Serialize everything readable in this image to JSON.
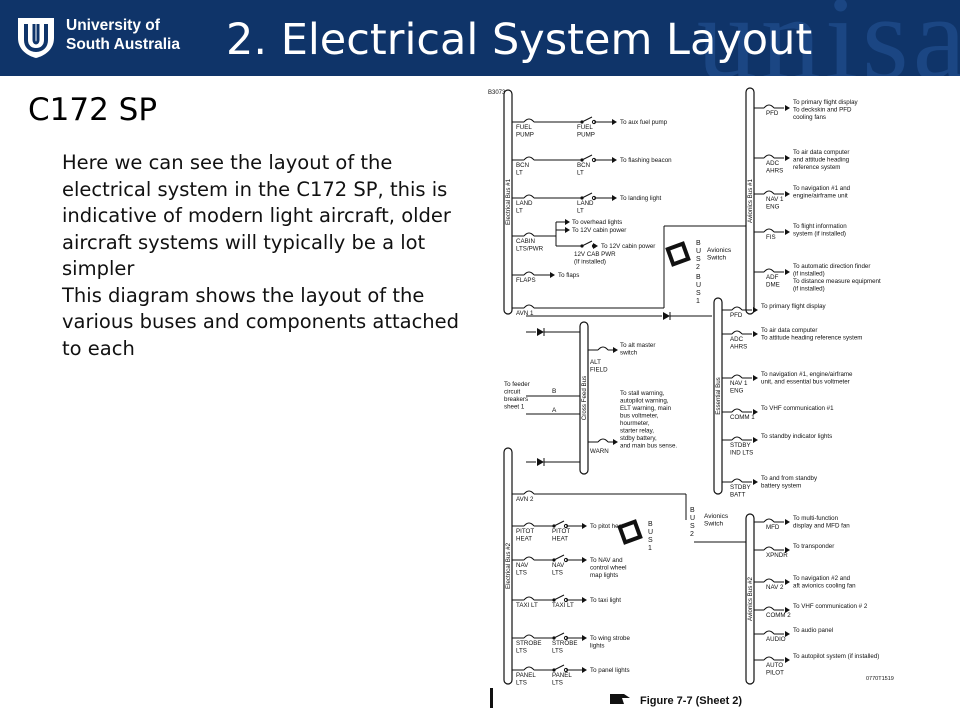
{
  "header": {
    "university_line1": "University of",
    "university_line2": "South Australia",
    "title": "2. Electrical System Layout",
    "watermark": "unisa"
  },
  "subtitle": "C172 SP",
  "body": {
    "paragraph1": "Here we can see the layout of the electrical system in the C172 SP, this is indicative of modern light aircraft, older aircraft systems will typically be a lot simpler",
    "paragraph2": "This diagram shows the layout of the various buses and components attached to each"
  },
  "diagram": {
    "ref_top": "B3073",
    "ref_bottom": "0770T1519",
    "caption": "Figure 7-7 (Sheet 2)",
    "buses": {
      "elec1": "Electrical Bus #1",
      "elec2": "Electrical Bus #2",
      "avionics1": "Avionics Bus #1",
      "avionics2": "Avionics Bus #2",
      "essential": "Essential Bus",
      "crossfeed": "Cross Feed Bus"
    },
    "bus_switch_letters": [
      "B",
      "U",
      "S",
      "2",
      "B",
      "U",
      "S",
      "1"
    ],
    "avionics_switch_top": [
      "Avionics",
      "Switch"
    ],
    "avionics_switch_bottom": [
      "Avionics",
      "Switch"
    ],
    "elec1_breakers": [
      {
        "label": [
          "FUEL",
          "PUMP"
        ],
        "switch": [
          "FUEL",
          "PUMP"
        ],
        "dest": [
          "To aux fuel pump"
        ]
      },
      {
        "label": [
          "BCN",
          "LT"
        ],
        "switch": [
          "BCN",
          "LT"
        ],
        "dest": [
          "To flashing beacon"
        ]
      },
      {
        "label": [
          "LAND",
          "LT"
        ],
        "switch": [
          "LAND",
          "LT"
        ],
        "dest": [
          "To landing light"
        ]
      },
      {
        "label": [
          "CABIN",
          "LTS/PWR"
        ],
        "switch": [],
        "dest": [
          "To overhead lights",
          "To 12V cabin power"
        ]
      },
      {
        "label": [
          "FLAPS"
        ],
        "switch": [],
        "dest": [
          "To flaps"
        ]
      },
      {
        "label": [
          "AVN 1"
        ],
        "switch": [],
        "dest": []
      }
    ],
    "cabin_pwr": {
      "dest": "To 12V cabin power",
      "label": [
        "12V CAB PWR",
        "(If installed)"
      ]
    },
    "avionics1_breakers": [
      {
        "label": [
          "PFD"
        ],
        "dest": [
          "To primary flight display",
          "To deckskin and PFD",
          "cooling fans"
        ]
      },
      {
        "label": [
          "ADC",
          "AHRS"
        ],
        "dest": [
          "To air data computer",
          "and attitude heading",
          "reference system"
        ]
      },
      {
        "label": [
          "NAV 1",
          "ENG"
        ],
        "dest": [
          "To navigation #1 and",
          "engine/airframe unit"
        ]
      },
      {
        "label": [
          "FIS"
        ],
        "dest": [
          "To flight information",
          "system (if installed)"
        ]
      },
      {
        "label": [
          "ADF",
          "DME"
        ],
        "dest": [
          "To automatic direction finder",
          "(if installed)",
          "To distance measure equipment",
          "(if installed)"
        ]
      }
    ],
    "essential_breakers": [
      {
        "label": [
          "PFD"
        ],
        "dest": [
          "To primary flight display"
        ]
      },
      {
        "label": [
          "ADC",
          "AHRS"
        ],
        "dest": [
          "To air data computer",
          "To attitude heading reference system"
        ]
      },
      {
        "label": [
          "NAV 1",
          "ENG"
        ],
        "dest": [
          "To navigation #1, engine/airframe",
          "unit, and essential bus voltmeter"
        ]
      },
      {
        "label": [
          "COMM 1"
        ],
        "dest": [
          "To VHF communication #1"
        ]
      },
      {
        "label": [
          "STDBY",
          "IND LTS"
        ],
        "dest": [
          "To standby indicator lights"
        ]
      },
      {
        "label": [
          "STDBY",
          "BATT"
        ],
        "dest": [
          "To and from standby",
          "battery system"
        ]
      }
    ],
    "crossfeed": {
      "feeder": [
        "To feeder",
        "circuit",
        "breakers",
        "sheet 1"
      ],
      "letter_b": "B",
      "letter_a": "A",
      "alt_field": [
        "ALT",
        "FIELD"
      ],
      "alt_dest": [
        "To alt master",
        "switch"
      ],
      "warn": "WARN",
      "warn_dest": [
        "To stall warning,",
        "autopilot warning,",
        "ELT warning, main",
        "bus voltmeter,",
        "hourmeter,",
        "starter relay,",
        "stdby battery,",
        "and main bus sense."
      ]
    },
    "elec2_breakers": [
      {
        "label": [
          "AVN 2"
        ],
        "switch": [],
        "dest": []
      },
      {
        "label": [
          "PITOT",
          "HEAT"
        ],
        "switch": [
          "PITOT",
          "HEAT"
        ],
        "dest": [
          "To pitot heat"
        ]
      },
      {
        "label": [
          "NAV",
          "LTS"
        ],
        "switch": [
          "NAV",
          "LTS"
        ],
        "dest": [
          "To NAV and",
          "control wheel",
          "map lights"
        ]
      },
      {
        "label": [
          "TAXI LT"
        ],
        "switch": [
          "TAXI LT"
        ],
        "dest": [
          "To taxi light"
        ]
      },
      {
        "label": [
          "STROBE",
          "LTS"
        ],
        "switch": [
          "STROBE",
          "LTS"
        ],
        "dest": [
          "To wing strobe",
          "lights"
        ]
      },
      {
        "label": [
          "PANEL",
          "LTS"
        ],
        "switch": [
          "PANEL",
          "LTS"
        ],
        "dest": [
          "To panel lights"
        ]
      }
    ],
    "avionics2_breakers": [
      {
        "label": [
          "MFD"
        ],
        "dest": [
          "To multi-function",
          "display and MFD fan"
        ]
      },
      {
        "label": [
          "XPNDR"
        ],
        "dest": [
          "To transponder"
        ]
      },
      {
        "label": [
          "NAV 2"
        ],
        "dest": [
          "To navigation #2 and",
          "aft avionics cooling fan"
        ]
      },
      {
        "label": [
          "COMM 2"
        ],
        "dest": [
          "To VHF communication # 2"
        ]
      },
      {
        "label": [
          "AUDIO"
        ],
        "dest": [
          "To audio panel"
        ]
      },
      {
        "label": [
          "AUTO",
          "PILOT"
        ],
        "dest": [
          "To autopilot system (if installed)"
        ]
      }
    ]
  }
}
